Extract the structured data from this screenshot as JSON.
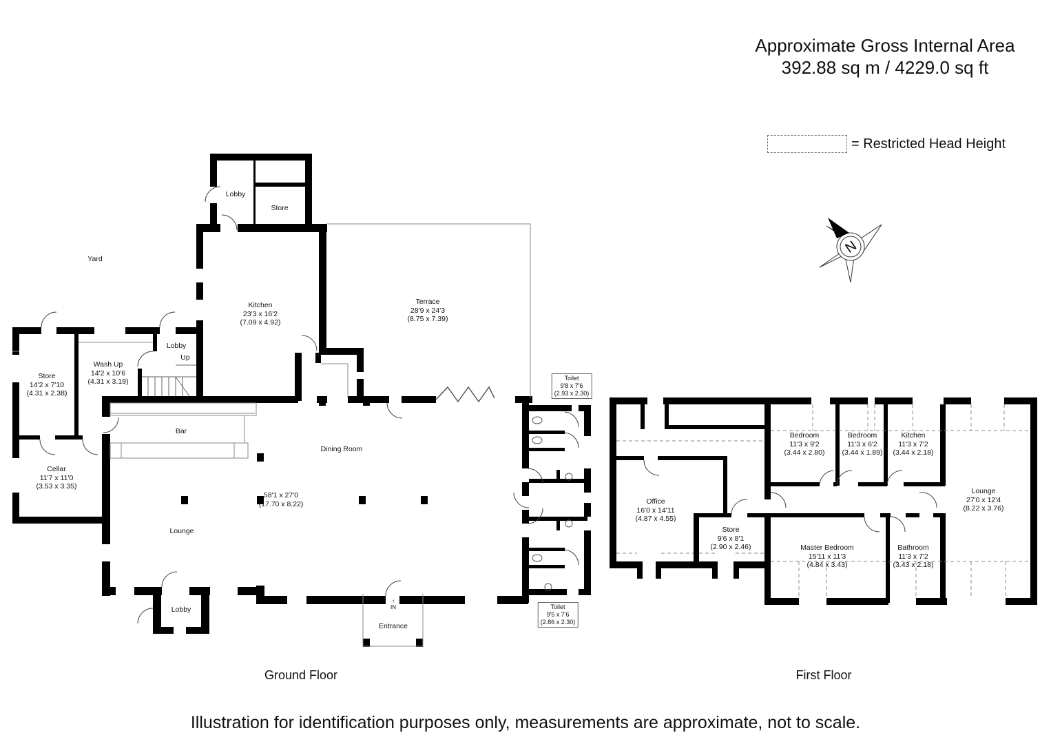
{
  "header": {
    "area_title": "Approximate Gross Internal Area",
    "area_value": "392.88 sq m / 4229.0 sq ft"
  },
  "legend": {
    "symbol": "dashed-rectangle",
    "label": "= Restricted Head Height"
  },
  "compass": {
    "icon": "compass-north-icon",
    "letter": "N"
  },
  "ground_floor": {
    "title": "Ground Floor",
    "rooms": {
      "yard": {
        "name": "Yard"
      },
      "lobby_top": {
        "name": "Lobby"
      },
      "store_top": {
        "name": "Store"
      },
      "kitchen": {
        "name": "Kitchen",
        "imperial": "23'3 x 16'2",
        "metric": "(7.09 x 4.92)"
      },
      "terrace": {
        "name": "Terrace",
        "imperial": "28'9 x 24'3",
        "metric": "(8.75 x 7.39)"
      },
      "store_left": {
        "name": "Store",
        "imperial": "14'2 x 7'10",
        "metric": "(4.31 x 2.38)"
      },
      "wash_up": {
        "name": "Wash Up",
        "imperial": "14'2 x 10'6",
        "metric": "(4.31 x 3.19)"
      },
      "lobby_stairs": {
        "name": "Lobby"
      },
      "stairs": {
        "name": "Up"
      },
      "bar": {
        "name": "Bar"
      },
      "dining_room": {
        "name": "Dining Room"
      },
      "main_hall": {
        "imperial": "58'1 x 27'0",
        "metric": "(17.70 x 8.22)"
      },
      "cellar": {
        "name": "Cellar",
        "imperial": "11'7 x 11'0",
        "metric": "(3.53 x 3.35)"
      },
      "lounge": {
        "name": "Lounge"
      },
      "lobby_bottom": {
        "name": "Lobby"
      },
      "entrance": {
        "name": "Entrance",
        "in_marker": "IN"
      },
      "toilet_upper": {
        "name": "Toilet",
        "imperial": "9'8 x 7'6",
        "metric": "(2.93 x 2.30)"
      },
      "toilet_lower": {
        "name": "Toilet",
        "imperial": "9'5 x 7'6",
        "metric": "(2.86 x 2.30)"
      }
    }
  },
  "first_floor": {
    "title": "First Floor",
    "rooms": {
      "bedroom1": {
        "name": "Bedroom",
        "imperial": "11'3 x 9'2",
        "metric": "(3.44 x 2.80)"
      },
      "bedroom2": {
        "name": "Bedroom",
        "imperial": "11'3 x 6'2",
        "metric": "(3.44 x 1.89)"
      },
      "kitchen": {
        "name": "Kitchen",
        "imperial": "11'3 x 7'2",
        "metric": "(3.44 x 2.18)"
      },
      "lounge": {
        "name": "Lounge",
        "imperial": "27'0 x 12'4",
        "metric": "(8.22 x 3.76)"
      },
      "office": {
        "name": "Office",
        "imperial": "16'0 x 14'11",
        "metric": "(4.87 x 4.55)"
      },
      "store": {
        "name": "Store",
        "imperial": "9'6 x 8'1",
        "metric": "(2.90 x 2.46)"
      },
      "master_bedroom": {
        "name": "Master Bedroom",
        "imperial": "15'11 x 11'3",
        "metric": "(4.84 x 3.43)"
      },
      "bathroom": {
        "name": "Bathroom",
        "imperial": "11'3 x 7'2",
        "metric": "(3.43 x 2.18)"
      }
    }
  },
  "footer": {
    "disclaimer": "Illustration for identification purposes only, measurements are approximate, not to scale."
  }
}
